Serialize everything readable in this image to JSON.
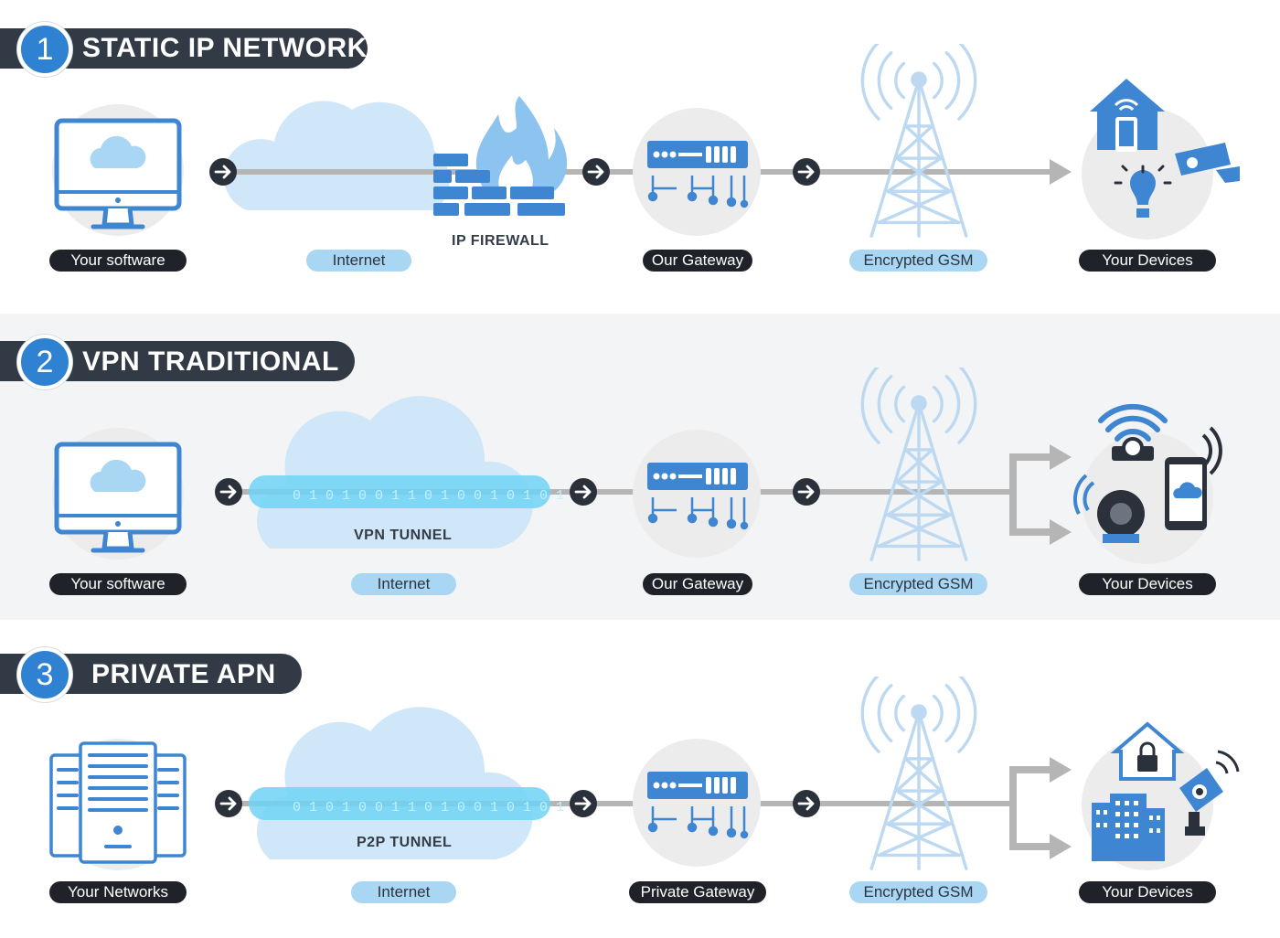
{
  "rows": [
    {
      "number": "1",
      "title": "STATIC IP NETWORK",
      "labels": [
        "Your software",
        "Internet",
        "Our Gateway",
        "Encrypted GSM",
        "Your Devices"
      ],
      "extra_label": "IP FIREWALL"
    },
    {
      "number": "2",
      "title": "VPN TRADITIONAL",
      "labels": [
        "Your software",
        "Internet",
        "Our Gateway",
        "Encrypted GSM",
        "Your Devices"
      ],
      "tunnel_label": "VPN TUNNEL"
    },
    {
      "number": "3",
      "title": "PRIVATE APN",
      "labels": [
        "Your Networks",
        "Internet",
        "Private Gateway",
        "Encrypted GSM",
        "Your Devices"
      ],
      "tunnel_label": "P2P TUNNEL"
    }
  ],
  "colors": {
    "accent_blue": "#2e82d1",
    "light_blue": "#a9d6f3",
    "cloud_blue": "#cfe7f8",
    "dark": "#323a45",
    "pill_dark": "#1f2329",
    "line_gray": "#b5b5b5"
  }
}
